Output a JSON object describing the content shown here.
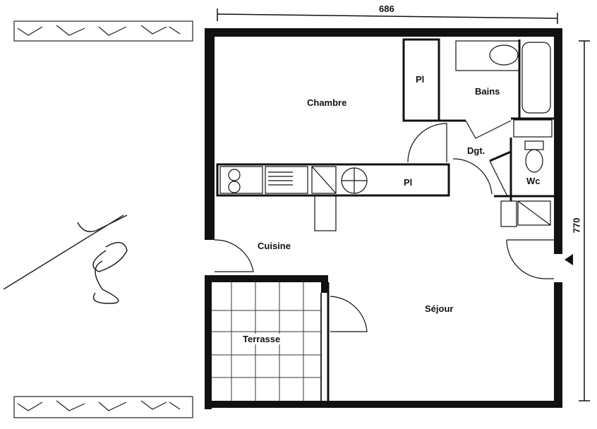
{
  "dimensions": {
    "width": "686",
    "height": "770"
  },
  "rooms": {
    "chambre": "Chambre",
    "placard_chambre": "Pl",
    "bains": "Bains",
    "degagement": "Dgt.",
    "placard_cuisine": "Pl",
    "wc": "Wc",
    "cuisine": "Cuisine",
    "sejour": "Séjour",
    "terrasse": "Terrasse"
  },
  "colors": {
    "wall": "#111111",
    "line": "#222222"
  }
}
